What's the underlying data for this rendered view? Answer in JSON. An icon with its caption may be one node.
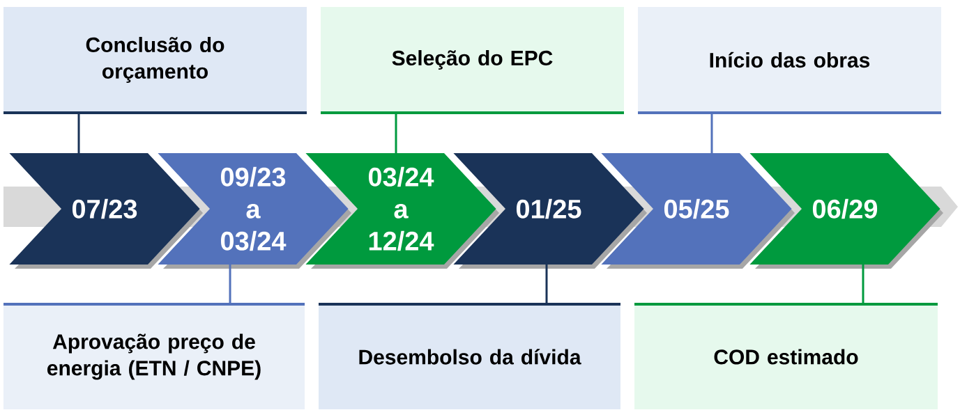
{
  "diagram": {
    "nodes": [
      {
        "text": [
          "Conclusão do orçamento"
        ]
      },
      {
        "text": [
          "Seleção do EPC"
        ]
      },
      {
        "text": [
          "Início das obras"
        ]
      },
      {
        "text": [
          "07/23"
        ]
      },
      {
        "text": [
          "09/23 a 03/24"
        ]
      },
      {
        "text": [
          "03/24 a 12/24"
        ]
      },
      {
        "text": [
          "01/25"
        ]
      },
      {
        "text": [
          "05/25"
        ]
      },
      {
        "text": [
          "06/29"
        ]
      },
      {
        "text": [
          "Aprovação preço de energia (ETN / CNPE)"
        ]
      },
      {
        "text": [
          "Desembolso da dívida"
        ]
      },
      {
        "text": [
          "COD estimado"
        ]
      },
      {
        "text": [],
        "shape": "bar"
      }
    ],
    "edges": [
      {
        "from": 0,
        "to": 3,
        "arrow": "none",
        "color": "#1a3358"
      },
      {
        "from": 1,
        "to": 5,
        "arrow": "none",
        "color": "#009a3e"
      },
      {
        "from": 2,
        "to": 7,
        "arrow": "none",
        "color": "#5372bb"
      },
      {
        "from": 4,
        "to": 9,
        "arrow": "none",
        "color": "#5372bb"
      },
      {
        "from": 6,
        "to": 10,
        "arrow": "none",
        "color": "#1a3358"
      },
      {
        "from": 8,
        "to": 11,
        "arrow": "none",
        "color": "#009a3e"
      }
    ]
  }
}
